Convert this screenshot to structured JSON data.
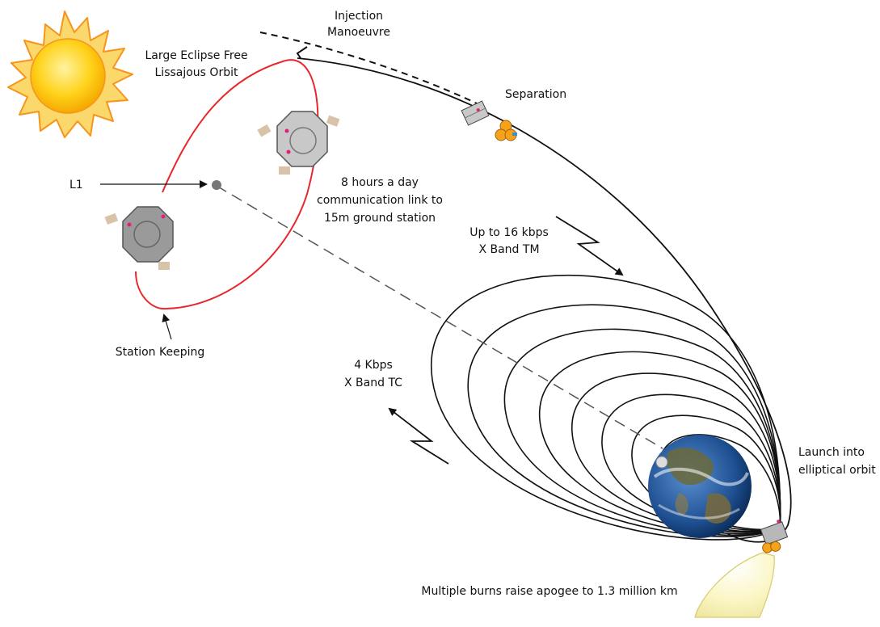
{
  "labels": {
    "injection": [
      "Injection",
      "Manoeuvre"
    ],
    "lissajous": [
      "Large Eclipse Free",
      "Lissajous Orbit"
    ],
    "separation": "Separation",
    "l1": "L1",
    "comm_link": [
      "8 hours a day",
      "communication link to",
      "15m ground station"
    ],
    "downlink": [
      "Up to 16 kbps",
      "X Band TM"
    ],
    "station_keeping": "Station Keeping",
    "uplink": [
      "4 Kbps",
      "X Band TC"
    ],
    "launch": [
      "Launch into",
      "elliptical orbit"
    ],
    "burns": "Multiple burns raise apogee to 1.3 million km"
  },
  "colors": {
    "lissajous_orbit": "#e8262c",
    "orbit_lines": "#111111",
    "sun": "#ffc20e",
    "sun_rays": "#f7941d",
    "earth_ocean": "#1d4f91",
    "plume": "#fbf6c4"
  },
  "icons": [
    "sun-icon",
    "earth-icon",
    "spacecraft-icon",
    "rocket-plume-icon"
  ]
}
